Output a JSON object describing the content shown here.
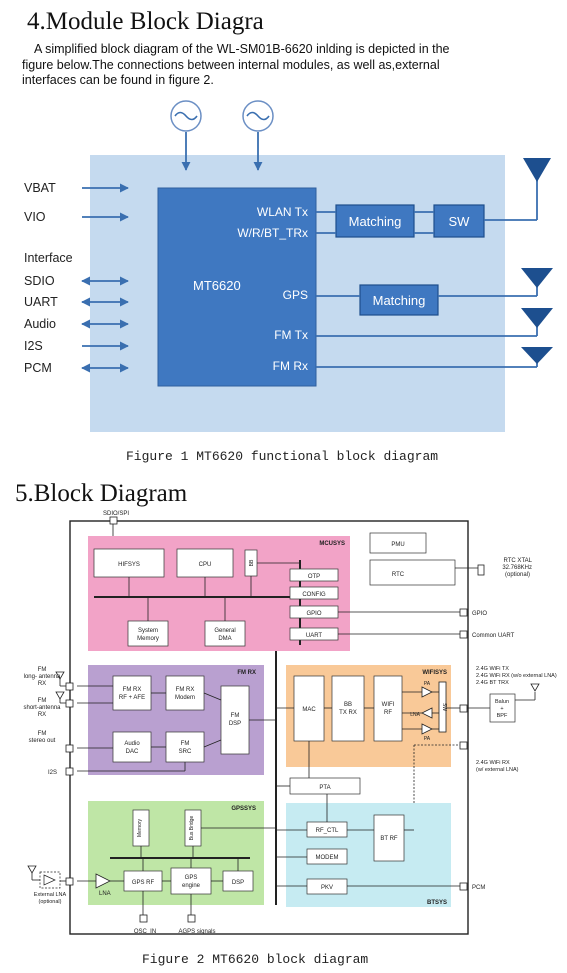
{
  "section4": {
    "heading": "4.Module Block Diagra",
    "para_lines": [
      "A simplified block diagram of the WL-SM01B-6620 inlding is depicted in the",
      "figure below.The connections between internal modules, as well as,external",
      "interfaces can be found in figure 2."
    ],
    "fig1": {
      "left_labels": [
        "VBAT",
        "VIO",
        "Interface",
        "SDIO",
        "UART",
        "Audio",
        "I2S",
        "PCM"
      ],
      "chip": "MT6620",
      "ports": [
        "WLAN Tx",
        "W/R/BT_TRx",
        "GPS",
        "FM Tx",
        "FM Rx"
      ],
      "matching1": "Matching",
      "sw": "SW",
      "matching2": "Matching",
      "caption": "Figure 1 MT6620 functional block diagram"
    }
  },
  "section5": {
    "heading": "5.Block Diagram",
    "fig2": {
      "sdio_spi": "SDIO/SPI",
      "mcusys": {
        "title": "MCUSYS",
        "hifsys": "HIFSYS",
        "cpu": "CPU",
        "bus_bridge": "BB",
        "otp": "OTP",
        "config": "CONFIG",
        "gpio": "GPIO",
        "uart": "UART",
        "system_memory": [
          "System",
          "Memory"
        ],
        "general_dma": [
          "General",
          "DMA"
        ]
      },
      "pmu": "PMU",
      "rtc": "RTC",
      "rtc_xtal": [
        "RTC XTAL",
        "32.768KHz",
        "(optional)"
      ],
      "gpio_ext": "GPIO",
      "common_uart": "Common UART",
      "fmrx": {
        "title": "FM RX",
        "rf_afe": [
          "FM RX",
          "RF + AFE"
        ],
        "modem": [
          "FM RX",
          "Modem"
        ],
        "dsp": [
          "FM",
          "DSP"
        ],
        "audio_dac": [
          "Audio",
          "DAC"
        ],
        "src": [
          "FM",
          "SRC"
        ]
      },
      "fm_long": [
        "FM",
        "long- antenna",
        "RX"
      ],
      "fm_short": [
        "FM",
        "short-antenna",
        "RX"
      ],
      "fm_stereo": [
        "FM",
        "stereo out"
      ],
      "i2s": "I2S",
      "wifisys": {
        "title": "WIFISYS",
        "mac": "MAC",
        "bb": [
          "BB",
          "TX RX"
        ],
        "wifi_rf": [
          "WIFI",
          "RF"
        ],
        "pa": "PA",
        "lna": "LNA",
        "switch": "SW"
      },
      "wifi_tx_labels": [
        "2.4G WiFi TX",
        "2.4G WiFi RX (w/o external LNA)",
        "2.4G BT TRX"
      ],
      "balun": [
        "Balun",
        "+",
        "BPF"
      ],
      "wifi_rx_ext": [
        "2.4G WiFi RX",
        "(w/ external LNA)"
      ],
      "pta": "PTA",
      "btsys": {
        "title": "BTSYS",
        "rf_ctl": "RF_CTL",
        "bt_rf": "BT RF",
        "modem": "MODEM",
        "pkv": "PKV"
      },
      "pcm": "PCM",
      "gpssys": {
        "title": "GPSSYS",
        "memory": "Memory",
        "bus_bridge": "Bus Bridge",
        "lna": "LNA",
        "gps_rf": "GPS RF",
        "gps_engine": [
          "GPS",
          "engine"
        ],
        "dsp": "DSP"
      },
      "ext_lna": [
        "External LNA",
        "(optional)"
      ],
      "osc_in": "OSC_IN",
      "agps": "AGPS signals",
      "caption": "Figure 2 MT6620 block diagram"
    }
  },
  "colors": {
    "fig1_bg": "#c5daef",
    "chip": "#3f78c1",
    "port_text": "#ffffff",
    "mcusys": "#f2a3c7",
    "fmrx": "#b9a0d0",
    "wifisys": "#f9c998",
    "gpssys": "#bfe6a6",
    "btsys": "#c6ebf2"
  }
}
